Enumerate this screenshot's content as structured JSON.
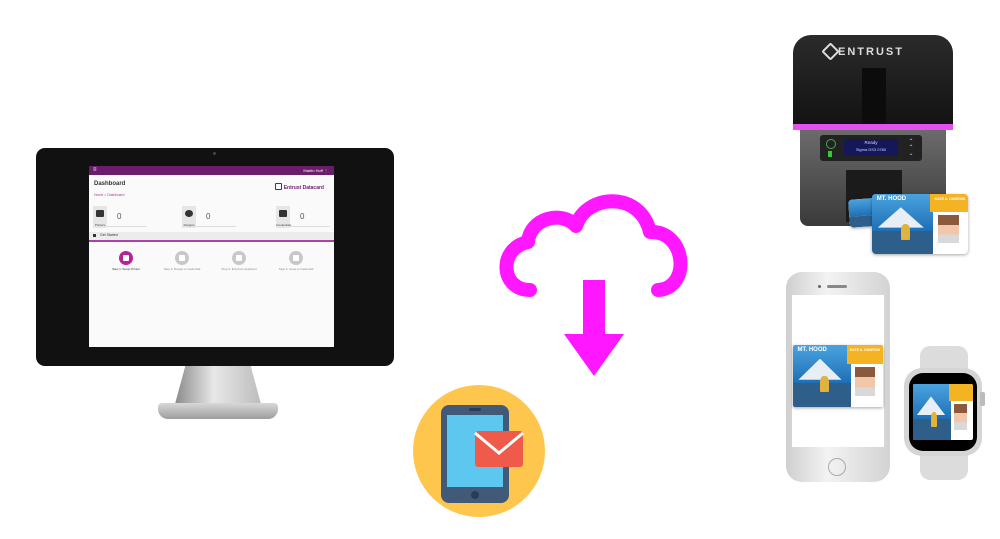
{
  "dashboard": {
    "app_bar": {
      "menu_icon": "hamburger-icon",
      "user_label": "Martin Hoff  ⋮"
    },
    "title": "Dashboard",
    "breadcrumb": "Home > Dashboard",
    "brand": "Entrust Datacard",
    "stats": [
      {
        "label": "Printers",
        "value": "0",
        "icon": "printer-icon"
      },
      {
        "label": "Designs",
        "value": "0",
        "icon": "palette-icon"
      },
      {
        "label": "Credentials",
        "value": "0",
        "icon": "card-icon"
      }
    ],
    "get_started_label": "Get Started",
    "steps": [
      {
        "label": "Step 1: Setup Printer",
        "active": true
      },
      {
        "label": "Step 2: Design a Credential",
        "active": false
      },
      {
        "label": "Step 3: Enroll an Applicant",
        "active": false
      },
      {
        "label": "Step 4: Issue a Credential",
        "active": false
      }
    ]
  },
  "cloud_download": {
    "icon": "cloud-download-icon",
    "color": "#ff18ff"
  },
  "email_badge": {
    "icon": "mobile-email-icon",
    "background": "#ffc64e"
  },
  "printer": {
    "brand": "ENTRUST",
    "lcd_line1": "Ready",
    "lcd_line2": "Sigma DS3 0780",
    "accent": "#e44ff0"
  },
  "id_card": {
    "title": "MT. HOOD",
    "banner_text": "KATE A. DAWSON"
  }
}
